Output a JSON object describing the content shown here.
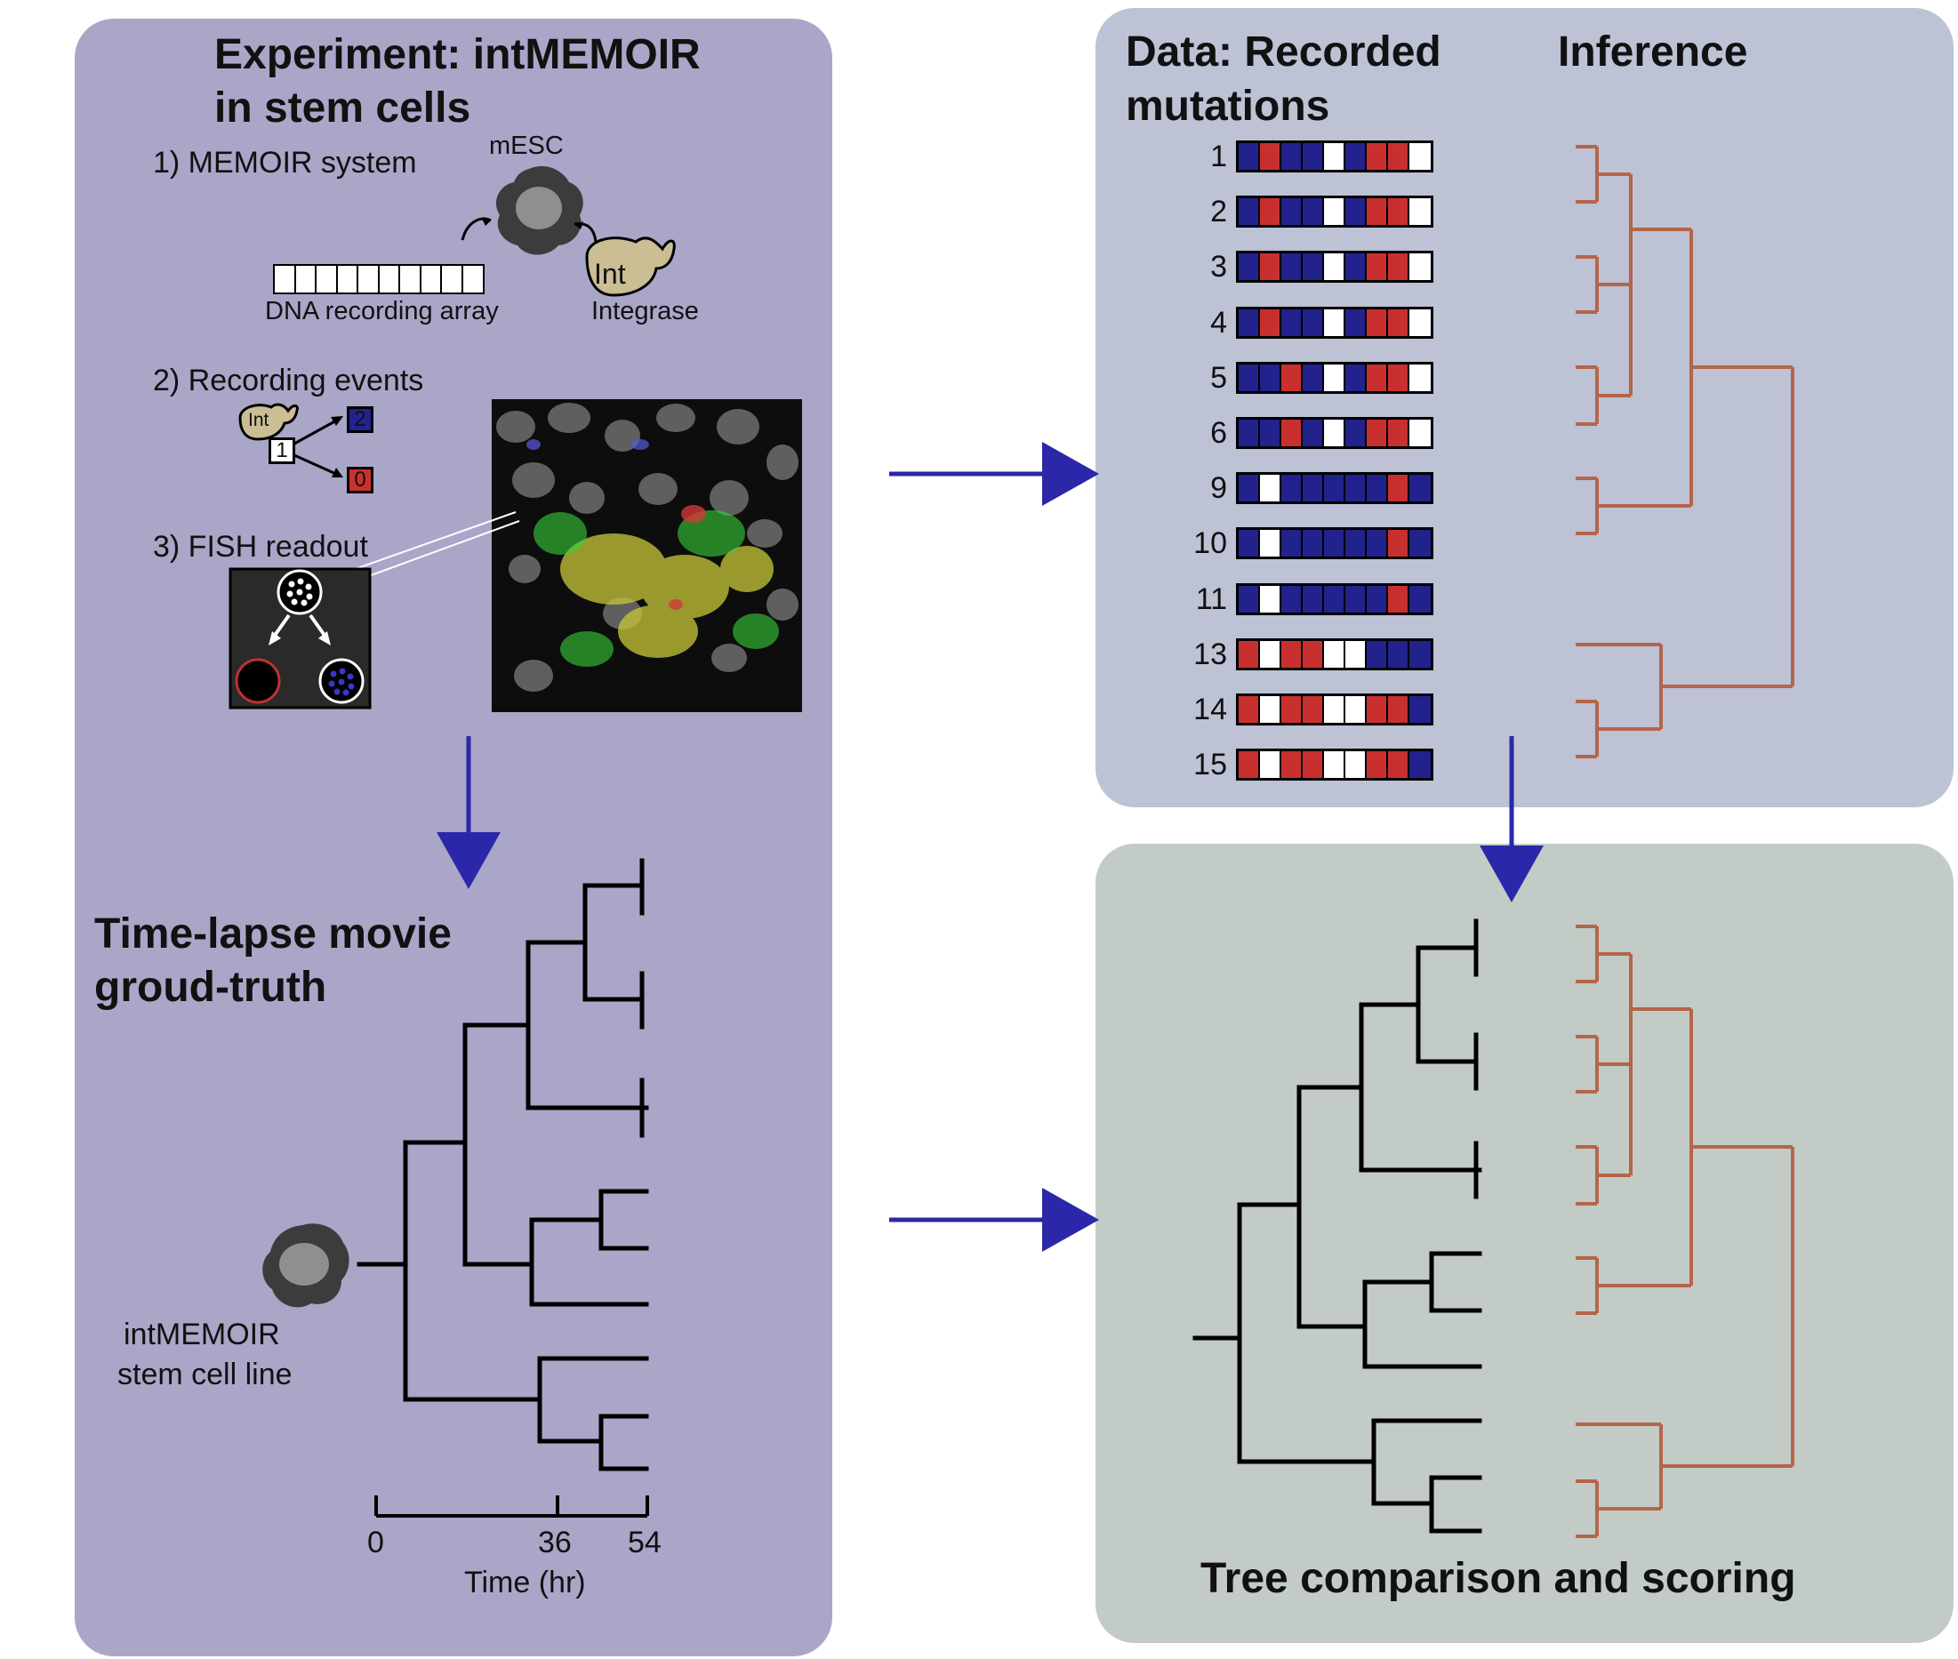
{
  "experiment": {
    "title_line1": "Experiment: intMEMOIR",
    "title_line2": "in stem cells",
    "step1": "1) MEMOIR system",
    "mesc_label": "mESC",
    "array_label": "DNA recording array",
    "int_label": "Int",
    "integrase_label": "Integrase",
    "step2": "2) Recording events",
    "state_unedited": "1",
    "state_inverted": "2",
    "state_deleted": "0",
    "step3": "3) FISH readout"
  },
  "timelapse": {
    "title_line1": "Time-lapse movie",
    "title_line2": "groud-truth",
    "cell_line_1": "intMEMOIR",
    "cell_line_2": "stem cell line",
    "axis_ticks": [
      "0",
      "36",
      "54"
    ],
    "axis_label": "Time (hr)"
  },
  "data_panel": {
    "title_line1": "Data: Recorded",
    "title_line2": "mutations",
    "inference_title": "Inference",
    "legend_colors": {
      "B": "#22228c",
      "R": "#c83030",
      "W": "#ffffff"
    },
    "rows": [
      {
        "id": "1",
        "pattern": "BRBBWBRRW"
      },
      {
        "id": "2",
        "pattern": "BRBBWBRRW"
      },
      {
        "id": "3",
        "pattern": "BRBBWBRRW"
      },
      {
        "id": "4",
        "pattern": "BRBBWBRRW"
      },
      {
        "id": "5",
        "pattern": "BBRBWBRRW"
      },
      {
        "id": "6",
        "pattern": "BBRBWBRRW"
      },
      {
        "id": "9",
        "pattern": "BWBBBBBRB"
      },
      {
        "id": "10",
        "pattern": "BWBBBBBRB"
      },
      {
        "id": "11",
        "pattern": "BWBBBBBRB"
      },
      {
        "id": "13",
        "pattern": "RWRRWWBBB"
      },
      {
        "id": "14",
        "pattern": "RWRRWWRRB"
      },
      {
        "id": "15",
        "pattern": "RWRRWWRRB"
      }
    ]
  },
  "comparison": {
    "title": "Tree comparison and scoring"
  },
  "colors": {
    "arrow": "#2a28a8",
    "inferred_tree": "#b5654a",
    "truth_tree": "#000000"
  }
}
